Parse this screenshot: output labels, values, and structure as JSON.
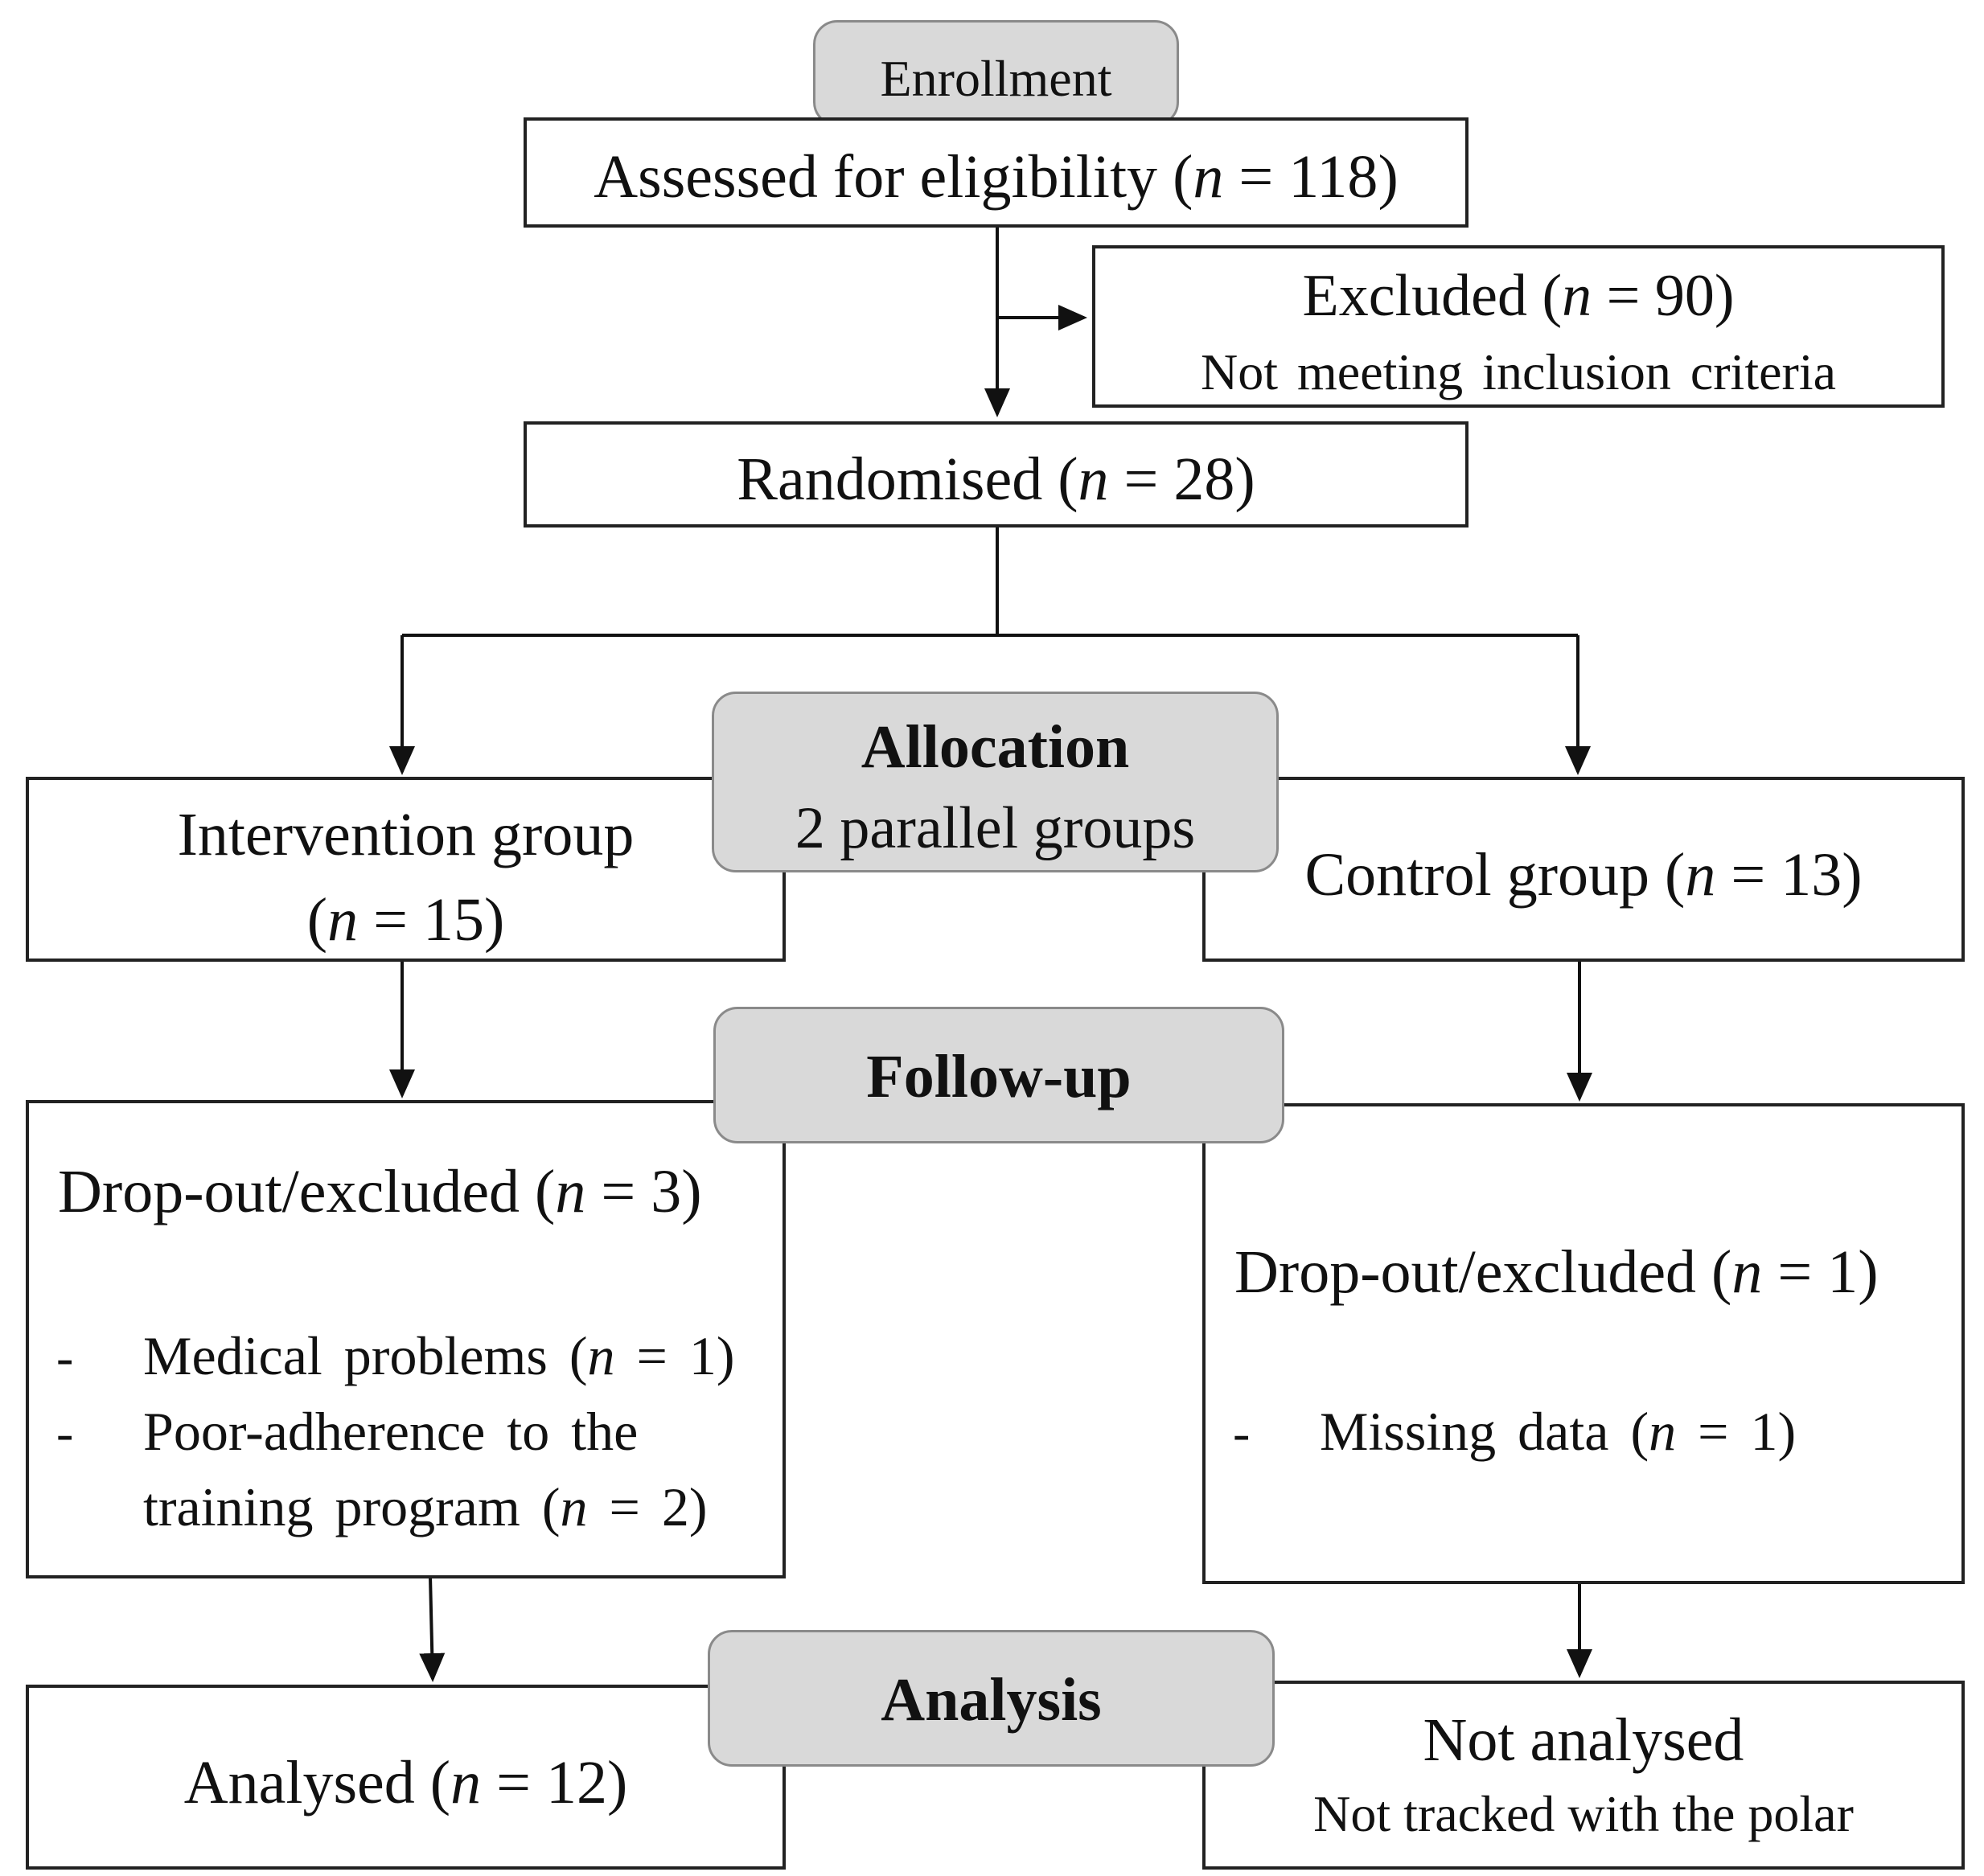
{
  "stages": {
    "enrollment": "Enrollment",
    "allocation_title": "Allocation",
    "allocation_sub": "2 parallel groups",
    "followup": "Follow-up",
    "analysis": "Analysis"
  },
  "n_symbol": "n",
  "assessed": {
    "label": "Assessed for eligibility",
    "n": "118"
  },
  "excluded": {
    "label": "Excluded",
    "n": "90",
    "reason": "Not meeting inclusion criteria"
  },
  "randomised": {
    "label": "Randomised",
    "n": "28"
  },
  "intervention": {
    "label": "Intervention group",
    "n": "15"
  },
  "control": {
    "label": "Control group",
    "n": "13"
  },
  "intervention_dropout": {
    "label": "Drop-out/excluded",
    "n": "3",
    "items": [
      {
        "bullet": "-",
        "line1": "Medical problems",
        "line2": "",
        "n": "1"
      },
      {
        "bullet": "-",
        "line1": "Poor-adherence to the",
        "line2": "training program",
        "n": "2"
      }
    ]
  },
  "control_dropout": {
    "label": "Drop-out/excluded",
    "n": "1",
    "items": [
      {
        "bullet": "-",
        "line1": "Missing data",
        "n": "1"
      }
    ]
  },
  "analysed": {
    "label": "Analysed",
    "n": "12"
  },
  "not_analysed": {
    "label": "Not analysed",
    "reason": "Not tracked with the polar"
  }
}
